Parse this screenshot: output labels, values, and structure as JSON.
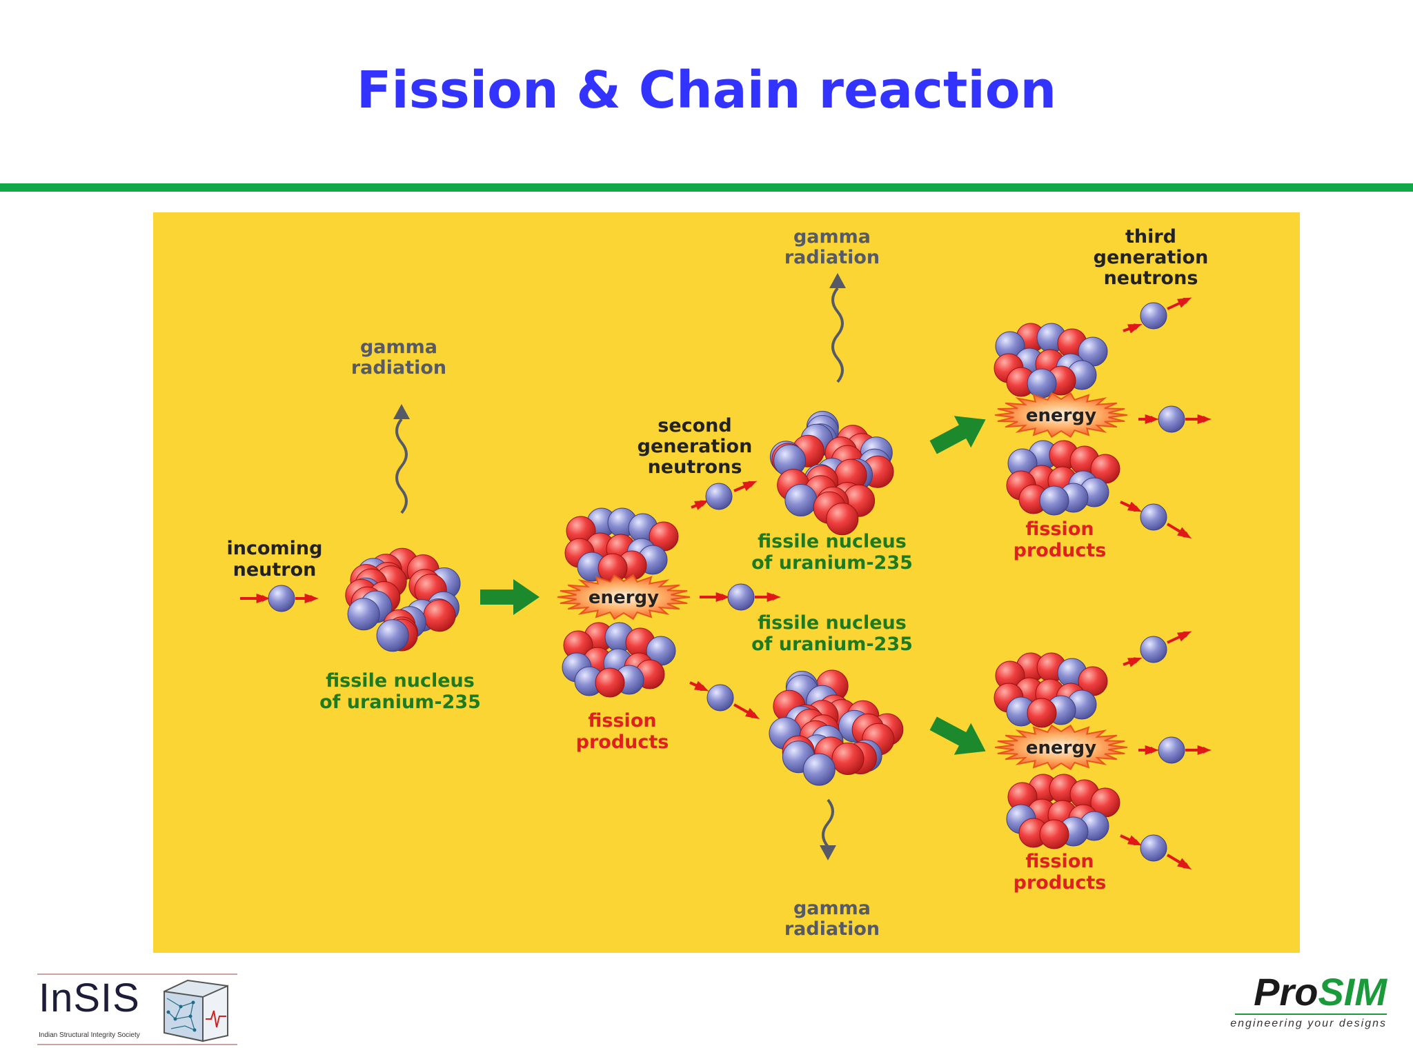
{
  "slide": {
    "title": "Fission & Chain reaction"
  },
  "diagram": {
    "labels": {
      "incoming_neutron": [
        "incoming",
        "neutron"
      ],
      "gamma_1": [
        "gamma",
        "radiation"
      ],
      "gamma_2": [
        "gamma",
        "radiation"
      ],
      "gamma_3": [
        "gamma",
        "radiation"
      ],
      "fissile_1": [
        "fissile nucleus",
        "of uranium-235"
      ],
      "fissile_2": [
        "fissile nucleus",
        "of uranium-235"
      ],
      "fissile_3": [
        "fissile nucleus",
        "of uranium-235"
      ],
      "second_gen": [
        "second",
        "generation",
        "neutrons"
      ],
      "third_gen": [
        "third",
        "generation",
        "neutrons"
      ],
      "fission_products_1": [
        "fission",
        "products"
      ],
      "fission_products_2": [
        "fission",
        "products"
      ],
      "fission_products_3": [
        "fission",
        "products"
      ],
      "energy": "energy"
    },
    "colors": {
      "background": "#fbd533",
      "label_green": "#1e7a1e",
      "label_red": "#e0201e",
      "label_dark": "#222222",
      "gamma_grey": "#555a66",
      "proton": "#ee3b3b",
      "neutron": "#7f84c8",
      "arrow_green": "#1c8a2c",
      "arrow_red": "#e01818"
    }
  },
  "logos": {
    "insis": {
      "name": "InSIS",
      "subtitle": "Indian Structural Integrity Society"
    },
    "prosim": {
      "name_part1": "Pro",
      "name_part2": "SIM",
      "tagline": "engineering your designs"
    }
  }
}
